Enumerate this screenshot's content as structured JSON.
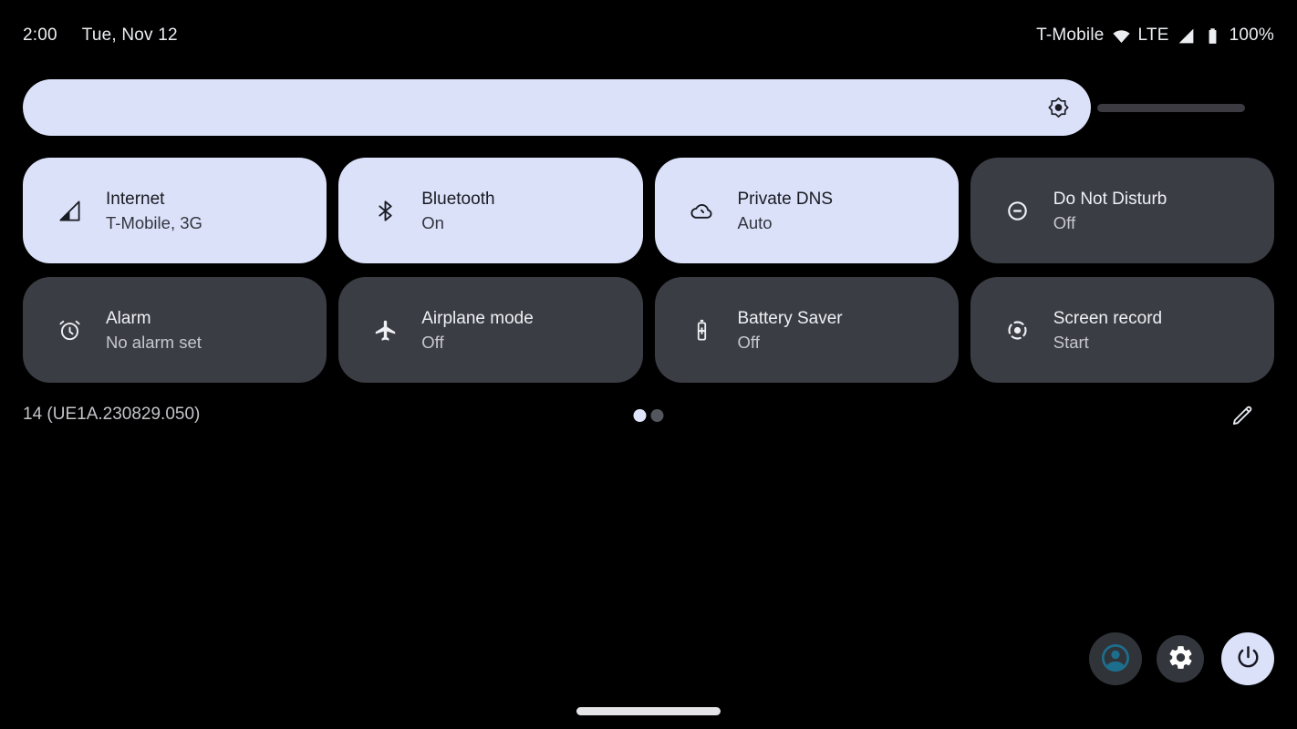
{
  "status_bar": {
    "time": "2:00",
    "date": "Tue, Nov 12",
    "carrier": "T-Mobile",
    "network_type": "LTE",
    "battery_percent": "100%",
    "icons": [
      "wifi-icon",
      "cellular-signal-icon",
      "battery-full-icon"
    ]
  },
  "brightness": {
    "icon": "brightness-icon",
    "level_percent": 87
  },
  "quick_settings": {
    "tiles": [
      {
        "title": "Internet",
        "subtitle": "T-Mobile, 3G",
        "state": "active",
        "icon": "cellular-signal",
        "chevron": true
      },
      {
        "title": "Bluetooth",
        "subtitle": "On",
        "state": "active",
        "icon": "bluetooth",
        "chevron": false
      },
      {
        "title": "Private DNS",
        "subtitle": "Auto",
        "state": "active",
        "icon": "cloud",
        "chevron": false
      },
      {
        "title": "Do Not Disturb",
        "subtitle": "Off",
        "state": "inactive",
        "icon": "do-not-disturb",
        "chevron": false
      },
      {
        "title": "Alarm",
        "subtitle": "No alarm set",
        "state": "inactive",
        "icon": "alarm-clock",
        "chevron": true
      },
      {
        "title": "Airplane mode",
        "subtitle": "Off",
        "state": "inactive",
        "icon": "airplane",
        "chevron": false
      },
      {
        "title": "Battery Saver",
        "subtitle": "Off",
        "state": "inactive",
        "icon": "battery-saver",
        "chevron": false
      },
      {
        "title": "Screen record",
        "subtitle": "Start",
        "state": "inactive",
        "icon": "screen-record",
        "chevron": true
      }
    ],
    "build_number": "14 (UE1A.230829.050)",
    "pages": {
      "count": 2,
      "current": 1
    },
    "edit_icon": "pencil-icon"
  },
  "bottom_buttons": [
    {
      "label": "user-profile",
      "icon": "person-circle-icon"
    },
    {
      "label": "settings",
      "icon": "gear-icon"
    },
    {
      "label": "power",
      "icon": "power-icon"
    }
  ],
  "navigation": {
    "home_pill": "home-gesture-pill"
  },
  "colors": {
    "background": "#000000",
    "tile_active_bg": "#dbe1f9",
    "tile_inactive_bg": "#3b3d44",
    "tile_active_text": "#191b22",
    "tile_inactive_text": "#eef0f4",
    "avatar_accent": "#1d6e8d"
  }
}
